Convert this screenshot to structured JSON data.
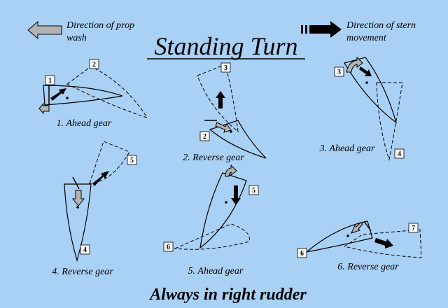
{
  "title": "Standing Turn",
  "subtitle": "Always in right rudder",
  "legend": {
    "prop_wash": "Direction of prop wash",
    "prop_wash_line1": "Direction of prop",
    "prop_wash_line2": "wash",
    "stern": "Direction of stern movement",
    "stern_line1": "Direction of stern",
    "stern_line2": "movement"
  },
  "steps": [
    {
      "label": "1. Ahead gear"
    },
    {
      "label": "2. Reverse gear"
    },
    {
      "label": "3. Ahead gear"
    },
    {
      "label": "4. Reverse gear"
    },
    {
      "label": "5. Ahead gear"
    },
    {
      "label": "6. Reverse gear"
    }
  ],
  "position_numbers": [
    "1",
    "2",
    "3",
    "4",
    "5",
    "6",
    "7"
  ],
  "colors": {
    "background": "#a9d0f5",
    "prop_wash_arrow": "#b3b3b3",
    "stern_arrow": "#000000",
    "outline": "#000000"
  },
  "icons": {
    "prop_wash": "gray-arrow-icon",
    "stern_movement": "black-arrow-icon"
  }
}
